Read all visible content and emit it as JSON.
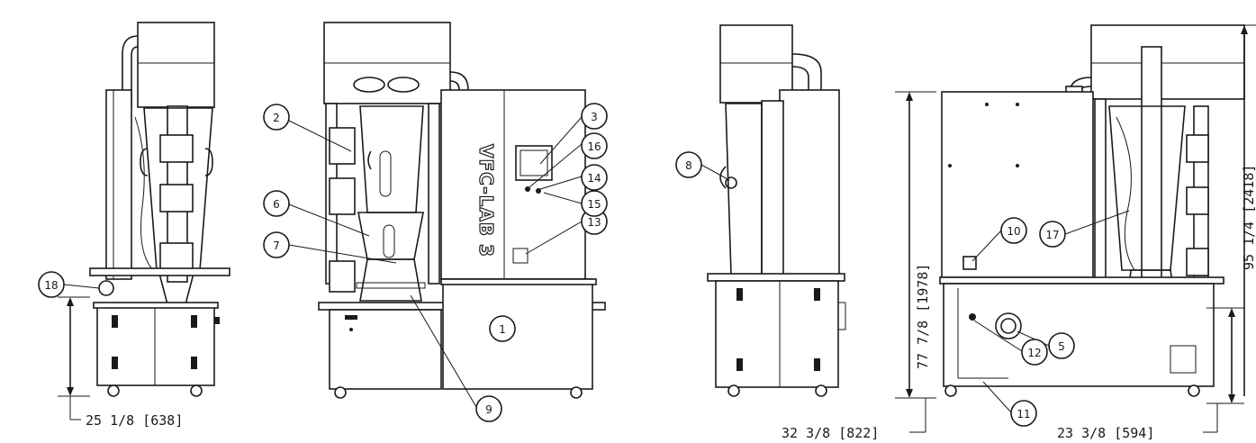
{
  "brand_label": "VFC-LAB 3",
  "callouts": [
    "1",
    "2",
    "3",
    "5",
    "6",
    "7",
    "8",
    "9",
    "10",
    "11",
    "12",
    "13",
    "14",
    "15",
    "16",
    "17",
    "18"
  ],
  "dimensions": {
    "left_width": "25 1/8 [638]",
    "mid_width": "32 3/8 [822]",
    "right_width": "23 3/8 [594]",
    "height_upper": "77 7/8 [1978]",
    "height_total": "95 1/4 [2418]"
  }
}
